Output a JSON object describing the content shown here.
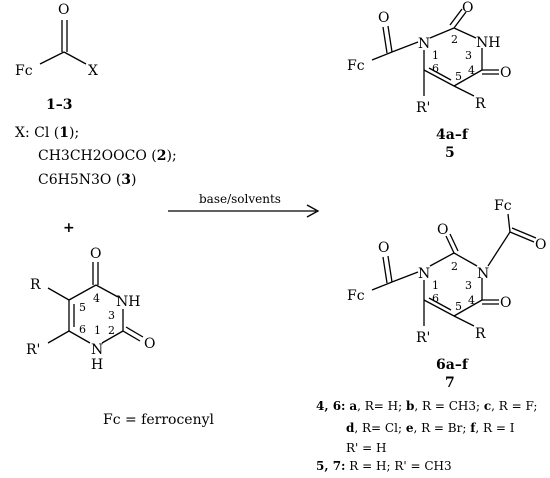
{
  "reactant_acyl": {
    "carbonyl_o": "O",
    "fc": "Fc",
    "x": "X",
    "label": "1–3"
  },
  "x_definitions": {
    "prefix": "X:",
    "line1": {
      "text": "Cl",
      "num": "1"
    },
    "line2": {
      "text": "CH3CH2OOCO",
      "num": "2"
    },
    "line3": {
      "text": "C6H5N3O",
      "num": "3"
    }
  },
  "plus": "+",
  "uracil": {
    "o_top": "O",
    "o_bottom": "O",
    "nh_right": "NH",
    "n_bottom": "N",
    "h_bottom": "H",
    "r": "R",
    "r_prime": "R'",
    "positions": [
      "1",
      "2",
      "3",
      "4",
      "5",
      "6"
    ]
  },
  "fc_definition": "Fc = ferrocenyl",
  "arrow_label": "base/solvents",
  "product_mono": {
    "fc": "Fc",
    "o_acyl": "O",
    "o2": "O",
    "o4": "O",
    "n1": "N",
    "nh3": "NH",
    "r": "R",
    "r_prime": "R'",
    "positions": [
      "1",
      "2",
      "3",
      "4",
      "5",
      "6"
    ],
    "label_main": "4a–f",
    "label_alt": "5"
  },
  "product_di": {
    "fc_left": "Fc",
    "fc_right": "Fc",
    "o_acyl_left": "O",
    "o_acyl_right": "O",
    "o2": "O",
    "o4": "O",
    "n1": "N",
    "n3": "N",
    "r": "R",
    "r_prime": "R'",
    "positions": [
      "1",
      "2",
      "3",
      "4",
      "5",
      "6"
    ],
    "label_main": "6a–f",
    "label_alt": "7"
  },
  "substituents": {
    "line1_prefix": "4, 6:",
    "a": {
      "letter": "a",
      "value": ", R= H; "
    },
    "b": {
      "letter": "b",
      "value": ", R = CH3; "
    },
    "c": {
      "letter": "c",
      "value": ", R = F;"
    },
    "d": {
      "letter": "d",
      "value": ", R= Cl; "
    },
    "e": {
      "letter": "e",
      "value": ", R = Br; "
    },
    "f": {
      "letter": "f",
      "value": ", R = I"
    },
    "line3": "R' = H",
    "line4_prefix": "5, 7:",
    "line4_value": " R = H; R' = CH3"
  }
}
